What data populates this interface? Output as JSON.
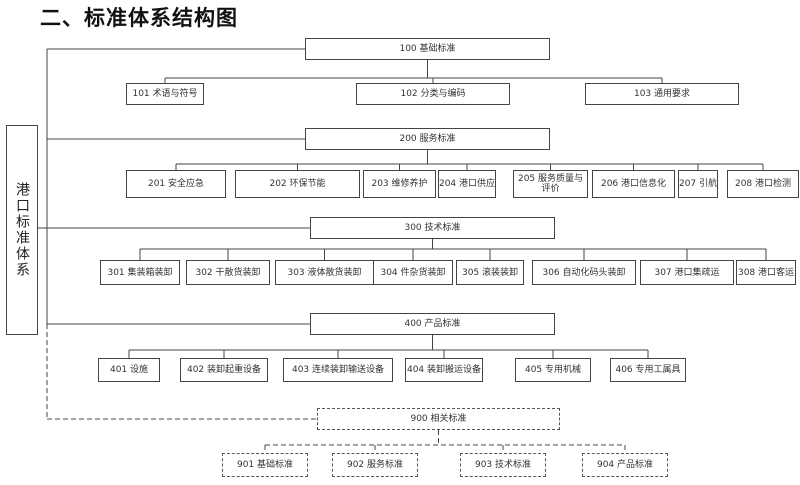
{
  "heading": "二、标准体系结构图",
  "root": "港口标准体系",
  "groups": [
    {
      "label": "100 基础标准",
      "children": [
        "101 术语与符号",
        "102 分类与编码",
        "103 通用要求"
      ]
    },
    {
      "label": "200 服务标准",
      "children": [
        "201 安全应急",
        "202 环保节能",
        "203 维修养护",
        "204 港口供应",
        "205 服务质量与评价",
        "206 港口信息化",
        "207 引航",
        "208 港口检测"
      ]
    },
    {
      "label": "300 技术标准",
      "children": [
        "301 集装箱装卸",
        "302 干散货装卸",
        "303 液体散货装卸",
        "304 件杂货装卸",
        "305 滚装装卸",
        "306 自动化码头装卸",
        "307 港口集疏运",
        "308 港口客运"
      ]
    },
    {
      "label": "400 产品标准",
      "children": [
        "401 设施",
        "402 装卸起重设备",
        "403 连续装卸输送设备",
        "404 装卸搬运设备",
        "405 专用机械",
        "406 专用工属具"
      ]
    },
    {
      "label": "900 相关标准",
      "children": [
        "901 基础标准",
        "902 服务标准",
        "903 技术标准",
        "904 产品标准"
      ]
    }
  ]
}
